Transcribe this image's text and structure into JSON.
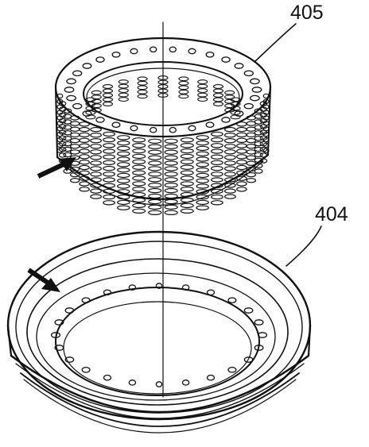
{
  "callouts": [
    {
      "id": "405",
      "text": "405"
    },
    {
      "id": "404",
      "text": "404"
    }
  ],
  "colors": {
    "ink": "#111111",
    "background": "#ffffff"
  }
}
